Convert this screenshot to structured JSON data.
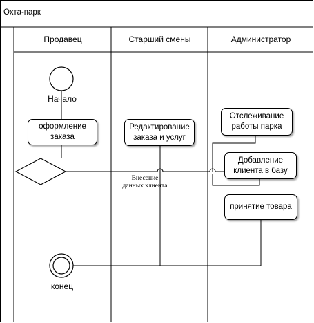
{
  "pool": {
    "title": "Охта-парк"
  },
  "lanes": [
    {
      "name": "Продавец"
    },
    {
      "name": "Старший смены"
    },
    {
      "name": "Администратор"
    }
  ],
  "nodes": {
    "start": {
      "label": "Начало"
    },
    "end": {
      "label": "конец"
    },
    "order": {
      "label_1": "оформление",
      "label_2": "заказа"
    },
    "edit": {
      "label_1": "Редактирование",
      "label_2": "заказа и услуг"
    },
    "monitor": {
      "label_1": "Отслеживание",
      "label_2": "работы парка"
    },
    "add_client": {
      "label_1": "Добавление",
      "label_2": "клиента в базу"
    },
    "accept": {
      "label": "принятие товара"
    }
  },
  "annotations": {
    "client_data": {
      "label_1": "Внесение",
      "label_2": "данных клиента"
    }
  }
}
